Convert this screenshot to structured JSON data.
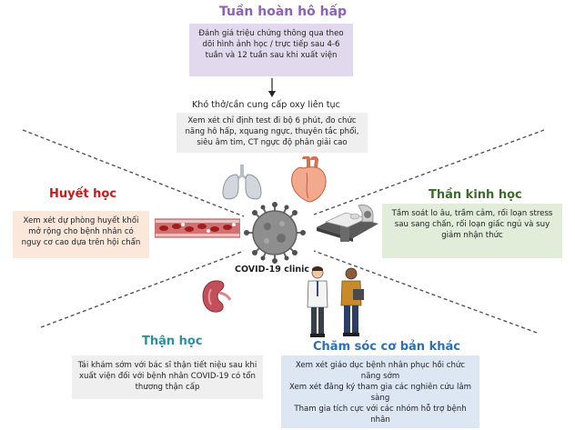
{
  "sections": {
    "respiratory": {
      "title": "Tuần hoàn hô hấp",
      "box1": "Đánh giá triệu chứng thông qua theo dõi hình ảnh học / trực tiếp sau 4-6 tuần và 12 tuần sau khi xuất viện",
      "subtitle": "Khó thở/cần cung cấp oxy liên tục",
      "box2": "Xem xét chỉ định test đi bộ 6 phút, đo chức năng hô hấp, xquang ngực, thuyên tắc phổi, siêu âm tim, CT ngực độ phân giải cao"
    },
    "hematology": {
      "title": "Huyết học",
      "box": "Xem xét dự phòng huyết khối mở rộng cho bệnh nhân có nguy cơ cao dựa trên hội chẩn"
    },
    "neurology": {
      "title": "Thần kinh học",
      "box": "Tầm soát lo âu, trầm cảm, rối loạn stress sau sang chấn, rối loạn giấc ngủ và suy giảm nhận thức"
    },
    "nephrology": {
      "title": "Thận học",
      "box": "Tái khám sớm với bác sĩ thận tiết niệu sau khi xuất viện đối với bệnh nhân COVID-19 có tổn thương thận cấp"
    },
    "other_care": {
      "title": "Chăm sóc cơ bản khác",
      "items": [
        "Xem xét giáo dục bệnh nhân phục hồi chức năng sớm",
        "Xem xét đăng ký tham gia các nghiên cứu lâm sàng",
        "Tham gia tích cực với các nhóm hỗ trợ bệnh nhân"
      ]
    }
  },
  "center_label": "COVID-19 clinic",
  "icons": [
    "lungs-icon",
    "heart-icon",
    "blood-vessel-icon",
    "virus-icon",
    "mri-scanner-icon",
    "kidney-icon",
    "doctor-icon",
    "patient-icon"
  ],
  "colors": {
    "title_purple": "#8e62b6",
    "title_red": "#cc1a1a",
    "title_green": "#3c6b2a",
    "title_teal": "#2e8fa3",
    "title_blue": "#2e6fb5",
    "box_purple": "#e2d9ef",
    "box_gray": "#efefef",
    "box_peach": "#fbe8da",
    "box_green": "#e1ecd9",
    "box_blue": "#dce7f3"
  }
}
